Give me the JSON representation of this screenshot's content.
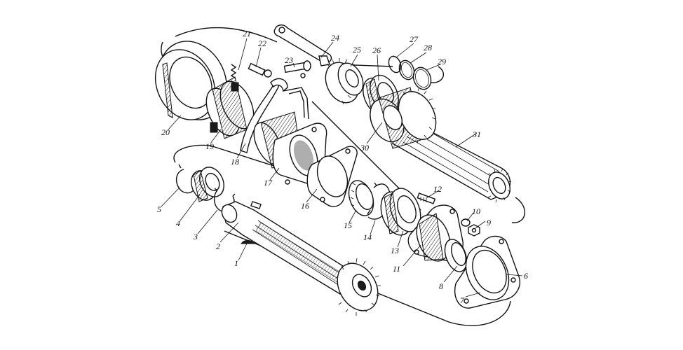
{
  "diagram": {
    "part_labels": [
      "1",
      "2",
      "3",
      "4",
      "5",
      "6",
      "7",
      "8",
      "9",
      "10",
      "11",
      "12",
      "13",
      "14",
      "15",
      "16",
      "17",
      "18",
      "19",
      "20",
      "21",
      "22",
      "23",
      "24",
      "25",
      "26",
      "27",
      "28",
      "29",
      "30",
      "31"
    ]
  }
}
